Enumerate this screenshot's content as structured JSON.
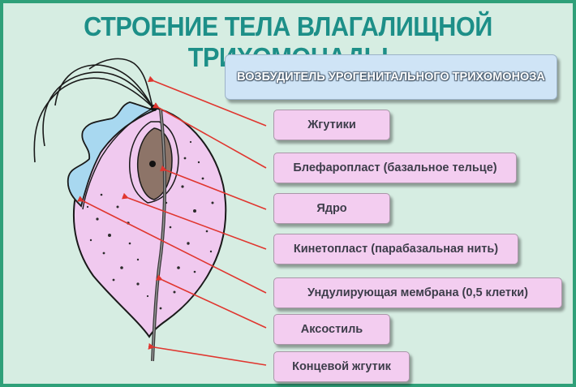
{
  "title": "СТРОЕНИЕ ТЕЛА ВЛАГАЛИЩНОЙ ТРИХОМОНАДЫ",
  "subtitle": "ВОЗБУДИТЕЛЬ УРОГЕНИТАЛЬНОГО ТРИХОМОНОЗА",
  "labels": [
    "Жгутики",
    "Блефаропласт (базальное тельце)",
    "Ядро",
    "Кинетопласт (парабазальная нить)",
    "Ундулирующая мембрана (0,5 клетки)",
    "Аксостиль",
    "Концевой жгутик"
  ],
  "colors": {
    "title": "#1d8f88",
    "frame": "#2fa079",
    "background": "#d6ede2",
    "subtitle_box": "#cfe4f6",
    "label_box": "#f3cdf0",
    "cell_body": "#f0c9ef",
    "membrane": "#a8d8f0",
    "nucleus": "#8d7468",
    "arrows": "#e0362f"
  }
}
